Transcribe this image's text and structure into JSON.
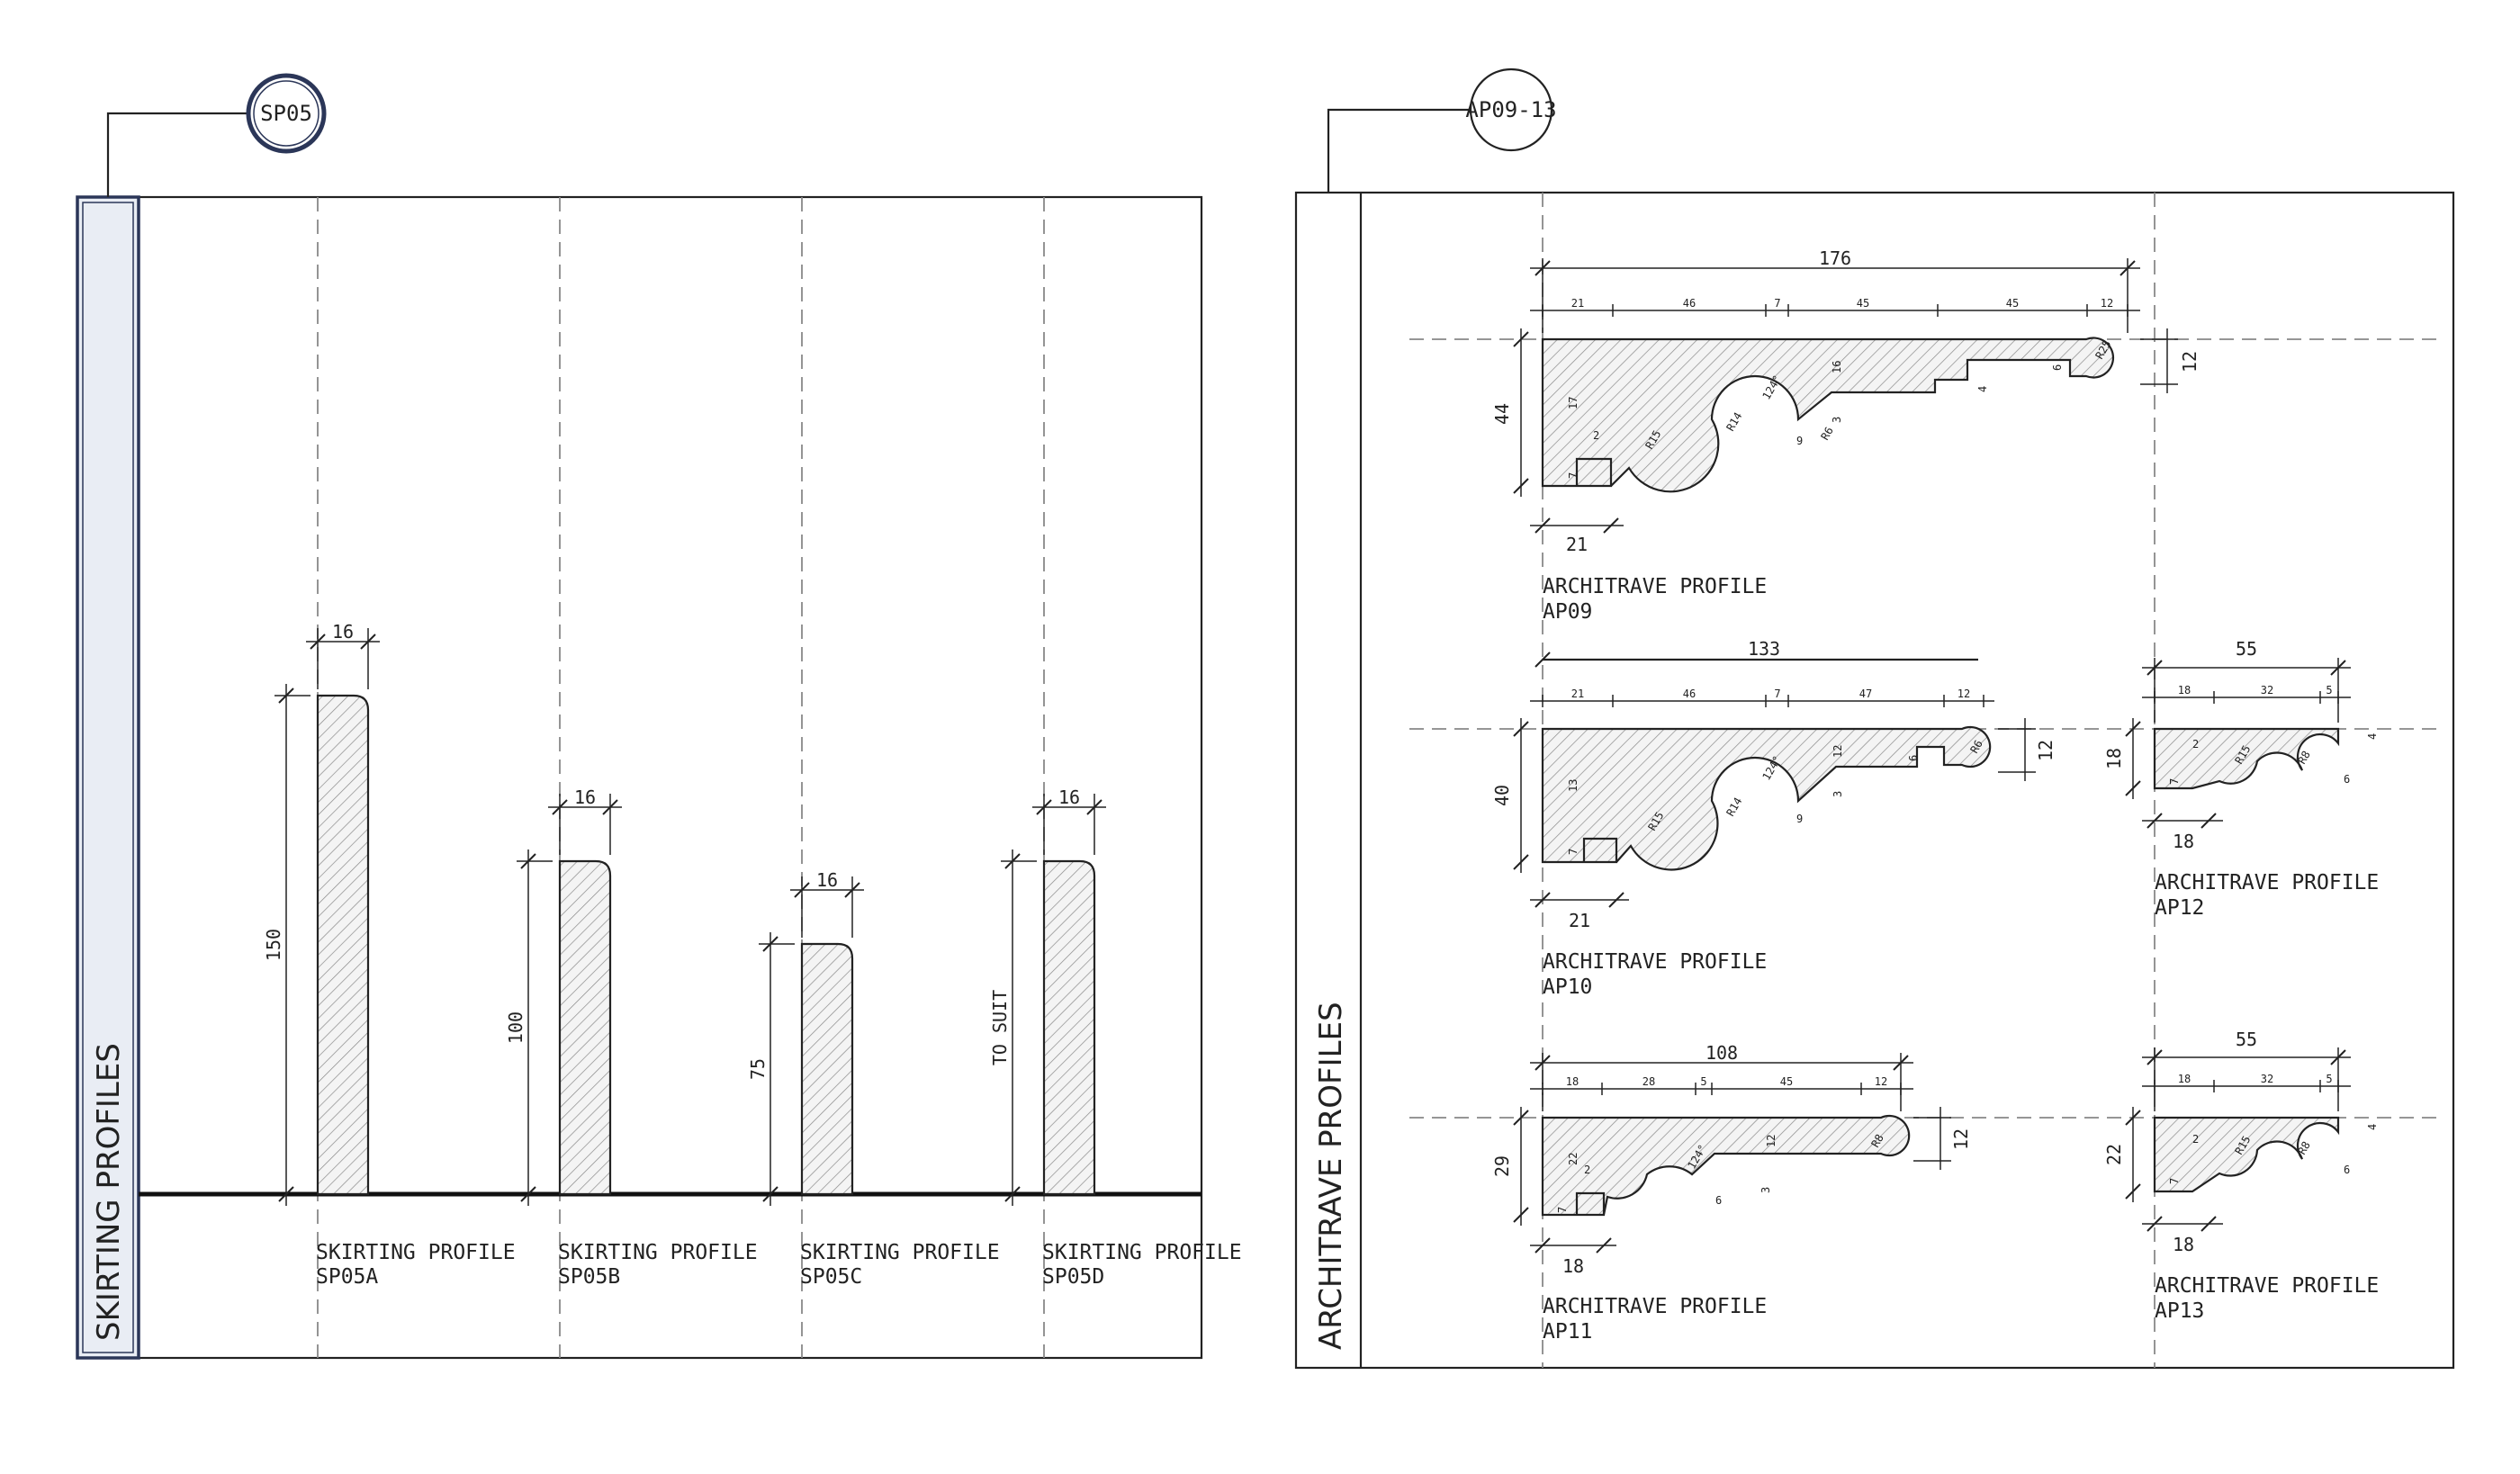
{
  "skirting": {
    "title": "SKIRTING PROFILES",
    "ref": "SP05",
    "profiles": [
      {
        "name": "SKIRTING PROFILE",
        "code": "SP05A",
        "width": "16",
        "height": "150"
      },
      {
        "name": "SKIRTING PROFILE",
        "code": "SP05B",
        "width": "16",
        "height": "100"
      },
      {
        "name": "SKIRTING PROFILE",
        "code": "SP05C",
        "width": "16",
        "height": "75"
      },
      {
        "name": "SKIRTING PROFILE",
        "code": "SP05D",
        "width": "16",
        "height": "TO SUIT"
      }
    ]
  },
  "architrave": {
    "title": "ARCHITRAVE PROFILES",
    "ref": "AP09-13",
    "ap09": {
      "name": "ARCHITRAVE PROFILE",
      "code": "AP09",
      "overall": "176",
      "segs": [
        "21",
        "46",
        "7",
        "45",
        "45",
        "12"
      ],
      "height": "44",
      "right": "12",
      "base": "21",
      "small": [
        "17",
        "16",
        "3",
        "2",
        "7",
        "R15",
        "R14",
        "R25",
        "124°",
        "6",
        "4",
        "R6",
        "9"
      ]
    },
    "ap10": {
      "name": "ARCHITRAVE PROFILE",
      "code": "AP10",
      "overall": "133",
      "segs": [
        "21",
        "46",
        "7",
        "47",
        "12"
      ],
      "height": "40",
      "right": "12",
      "base": "21",
      "small": [
        "13",
        "12",
        "3",
        "7",
        "R15",
        "R14",
        "124°",
        "R6",
        "6",
        "9"
      ]
    },
    "ap11": {
      "name": "ARCHITRAVE PROFILE",
      "code": "AP11",
      "overall": "108",
      "segs": [
        "18",
        "28",
        "5",
        "45",
        "12"
      ],
      "height": "29",
      "right": "12",
      "base": "18",
      "small": [
        "22",
        "2",
        "7",
        "12",
        "3",
        "124°",
        "R8",
        "6"
      ]
    },
    "ap12": {
      "name": "ARCHITRAVE PROFILE",
      "code": "AP12",
      "overall": "55",
      "segs": [
        "18",
        "32",
        "5"
      ],
      "height": "18",
      "base": "18",
      "small": [
        "2",
        "7",
        "R15",
        "R8",
        "4",
        "6"
      ]
    },
    "ap13": {
      "name": "ARCHITRAVE PROFILE",
      "code": "AP13",
      "overall": "55",
      "segs": [
        "18",
        "32",
        "5"
      ],
      "height": "22",
      "base": "18",
      "small": [
        "2",
        "7",
        "R15",
        "R8",
        "4",
        "6"
      ]
    }
  }
}
